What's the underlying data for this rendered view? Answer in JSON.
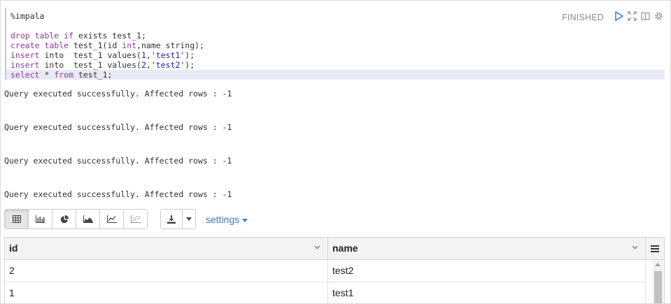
{
  "paragraph": {
    "code_lines": [
      {
        "segments": [
          {
            "t": "%impala",
            "c": ""
          }
        ]
      },
      {
        "segments": []
      },
      {
        "segments": [
          {
            "t": "drop table if",
            "c": "kw"
          },
          {
            "t": " exists test_1;",
            "c": ""
          }
        ]
      },
      {
        "segments": [
          {
            "t": "create table",
            "c": "kw"
          },
          {
            "t": " test_1(id ",
            "c": ""
          },
          {
            "t": "int",
            "c": "kw"
          },
          {
            "t": ",name string);",
            "c": ""
          }
        ]
      },
      {
        "segments": [
          {
            "t": "insert",
            "c": "kw"
          },
          {
            "t": " into  test_1 values(",
            "c": ""
          },
          {
            "t": "1",
            "c": "num"
          },
          {
            "t": ",",
            "c": ""
          },
          {
            "t": "'test1'",
            "c": "str"
          },
          {
            "t": ");",
            "c": ""
          }
        ]
      },
      {
        "segments": [
          {
            "t": "insert",
            "c": "kw"
          },
          {
            "t": " into  test_1 values(",
            "c": ""
          },
          {
            "t": "2",
            "c": "num"
          },
          {
            "t": ",",
            "c": ""
          },
          {
            "t": "'test2'",
            "c": "str"
          },
          {
            "t": ");",
            "c": ""
          }
        ]
      },
      {
        "segments": [
          {
            "t": "select",
            "c": "kw"
          },
          {
            "t": " * ",
            "c": ""
          },
          {
            "t": "from",
            "c": "kw"
          },
          {
            "t": " test_1;",
            "c": ""
          }
        ]
      }
    ],
    "status": "FINISHED",
    "toolbar_icons": [
      "run-icon",
      "expand-icon",
      "book-icon",
      "gear-icon"
    ]
  },
  "results": {
    "messages": [
      "Query executed successfully. Affected rows : -1",
      "Query executed successfully. Affected rows : -1",
      "Query executed successfully. Affected rows : -1",
      "Query executed successfully. Affected rows : -1"
    ],
    "viz_buttons": [
      "table-icon",
      "bar-chart-icon",
      "pie-chart-icon",
      "area-chart-icon",
      "line-chart-icon",
      "scatter-chart-icon"
    ],
    "settings_label": "settings",
    "table": {
      "columns": [
        "id",
        "name"
      ],
      "rows": [
        [
          "2",
          "test2"
        ],
        [
          "1",
          "test1"
        ]
      ]
    }
  }
}
